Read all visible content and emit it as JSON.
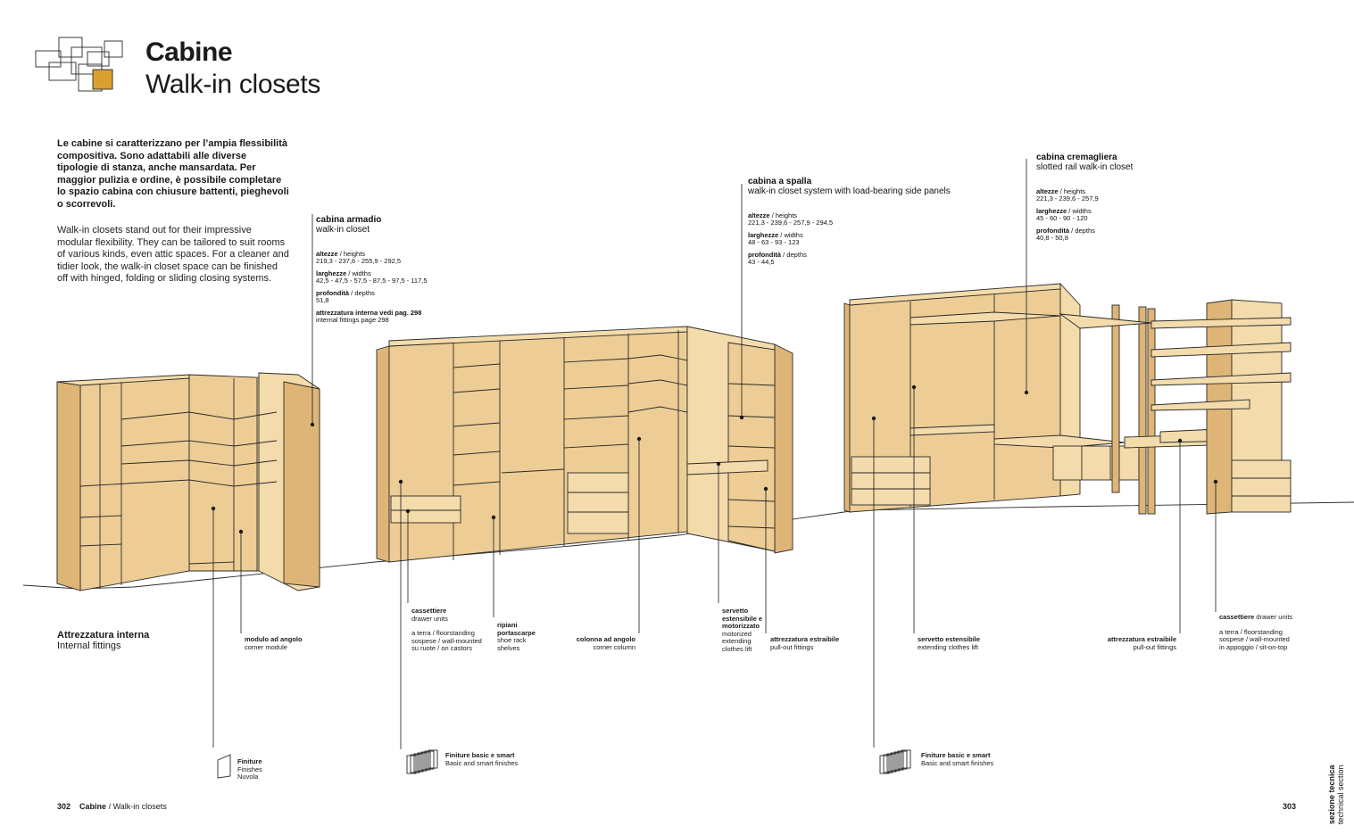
{
  "header": {
    "title_it": "Cabine",
    "title_en": "Walk-in closets",
    "logo": "square-grid-logo-icon"
  },
  "intro": {
    "it": "Le cabine si caratterizzano per l’ampia flessibilità compositiva. Sono adattabili alle diverse tipologie di stanza, anche mansardata. Per maggior pulizia e ordine, è possibile completare lo spazio cabina con chiusure battenti, pieghevoli o scorrevoli.",
    "en": "Walk-in closets stand out for their impressive modular flexibility. They can be tailored to suit rooms of various kinds, even attic spaces. For a cleaner and tidier look, the walk-in closet space can be finished off with hinged, folding or sliding closing systems."
  },
  "armadio": {
    "name_it": "cabina armadio",
    "name_en": "walk-in closet",
    "heights_label": "altezze",
    "heights_en": "heights",
    "heights": "219,3 - 237,6 - 255,9 - 292,5",
    "widths_label": "larghezze",
    "widths_en": "widths",
    "widths": "42,5 - 47,5 - 57,5 - 87,5 - 97,5 - 117,5",
    "depths_label": "profondità",
    "depths_en": "depths",
    "depths": "51,8",
    "fittings_it": "attrezzatura interna vedi pag. 298",
    "fittings_en": "internal fittings page 298"
  },
  "spalla": {
    "name_it": "cabina a spalla",
    "name_en": "walk-in closet system with load-bearing side panels",
    "heights_label": "altezze",
    "heights_en": "heights",
    "heights": "221,3 - 239,6 - 257,9 - 294,5",
    "widths_label": "larghezze",
    "widths_en": "widths",
    "widths": "48 - 63 - 93 - 123",
    "depths_label": "profondità",
    "depths_en": "depths",
    "depths": "43 - 44,5"
  },
  "cremagliera": {
    "name_it": "cabina cremagliera",
    "name_en": "slotted rail walk-in closet",
    "heights_label": "altezze",
    "heights_en": "heights",
    "heights": "221,3 - 239,6 - 257,9",
    "widths_label": "larghezze",
    "widths_en": "widths",
    "widths": "45 - 60 - 90 - 120",
    "depths_label": "profondità",
    "depths_en": "depths",
    "depths": "40,8 - 50,8"
  },
  "fittings": {
    "title_it": "Attrezzatura interna",
    "title_en": "Internal fittings"
  },
  "callouts": {
    "corner_module_it": "modulo ad angolo",
    "corner_module_en": "corner module",
    "drawers_it": "cassettiere",
    "drawers_en": "drawer units",
    "drawers_opt_1": "a terra / floorstanding",
    "drawers_opt_2": "sospese / wall-mounted",
    "drawers_opt_3": "su ruote / on castors",
    "shoe_it_1": "ripiani",
    "shoe_it_2": "portascarpe",
    "shoe_en_1": "shoe rack",
    "shoe_en_2": "shelves",
    "corner_column_it": "colonna ad angolo",
    "corner_column_en": "corner column",
    "lift_it_1": "servetto",
    "lift_it_2": "estensibile e",
    "lift_it_3": "motorizzato",
    "lift_en_1": "motorized",
    "lift_en_2": "extending",
    "lift_en_3": "clothes lift",
    "pullout_it": "attrezzatura estraibile",
    "pullout_en": "pull-out fittings",
    "ext_lift_it": "servetto estensibile",
    "ext_lift_en": "extending clothes lift",
    "pullout2_it": "attrezzatura estraibile",
    "pullout2_en": "pull-out fittings",
    "drawers2_it": "cassettiere",
    "drawers2_en": "drawer units",
    "drawers2_opt_1": "a terra / floorstanding",
    "drawers2_opt_2": "sospese / wall-mounted",
    "drawers2_opt_3": "in appoggio / sit-on-top"
  },
  "finishes": {
    "f1_it": "Finiture",
    "f1_en": "Finishes",
    "f1_name": "Nuvola",
    "f2_it": "Finiture basic e smart",
    "f2_en": "Basic and smart finishes",
    "f3_it": "Finiture basic e smart",
    "f3_en": "Basic and smart finishes"
  },
  "footer": {
    "page_left": "302",
    "section": "Cabine",
    "section_en": "Walk-in closets",
    "page_right": "303",
    "tab_it": "sezione tecnica",
    "tab_en": "technical section"
  },
  "colors": {
    "wood": "#ecc98f",
    "wood_dark": "#d8b070",
    "line": "#222222",
    "accent": "#d9a030"
  }
}
